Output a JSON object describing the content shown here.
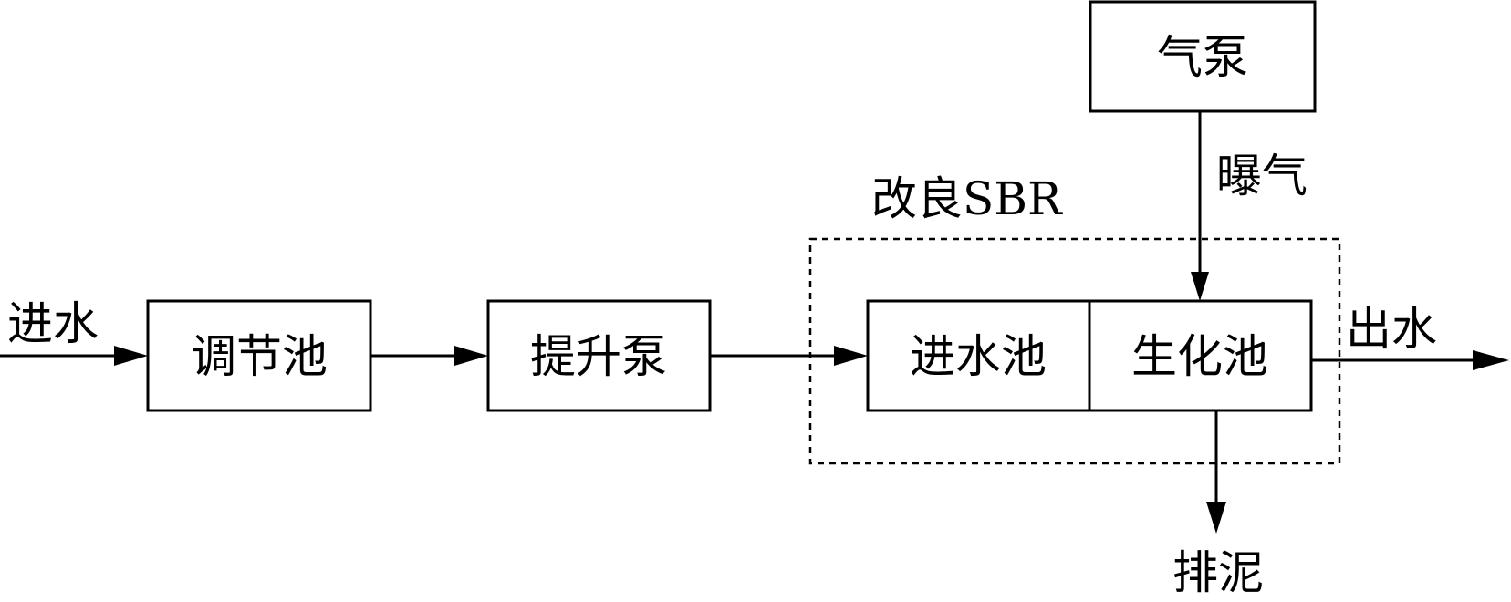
{
  "nodes": {
    "adjust_tank": "调节池",
    "lift_pump": "提升泵",
    "inlet_tank": "进水池",
    "bio_tank": "生化池",
    "air_pump": "气泵"
  },
  "group": {
    "sbr_label": "改良SBR"
  },
  "flows": {
    "influent": "进水",
    "effluent": "出水",
    "aeration": "曝气",
    "sludge": "排泥"
  }
}
